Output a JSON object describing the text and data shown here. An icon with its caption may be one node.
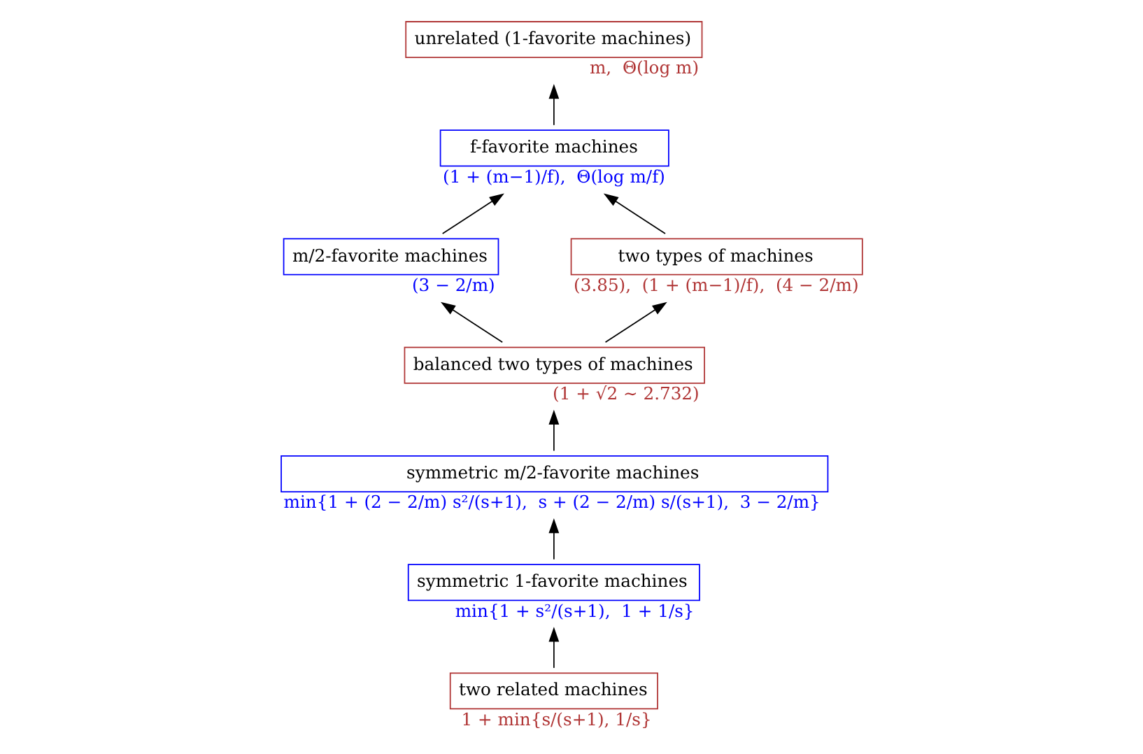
{
  "diagram": {
    "nodes": [
      {
        "text": [
          "unrelated (1-favorite machines)"
        ],
        "beside": [
          "m,  Θ(log m)"
        ]
      },
      {
        "text": [
          "f-favorite machines"
        ],
        "beside": [
          "(1 + (m−1)/f),  Θ(log m/f)"
        ]
      },
      {
        "text": [
          "m/2-favorite machines"
        ],
        "beside": [
          "(3 − 2/m)"
        ]
      },
      {
        "text": [
          "two types of machines"
        ],
        "beside": [
          "(3.85),  (1 + (m−1)/f),  (4 − 2/m)"
        ]
      },
      {
        "text": [
          "balanced two types of machines"
        ],
        "beside": [
          "(1 + √2 ∼ 2.732)"
        ]
      },
      {
        "text": [
          "symmetric m/2-favorite machines"
        ],
        "beside": [
          "min{1 + (2 − 2/m) s²/(s+1),  s + (2 − 2/m) s/(s+1),  3 − 2/m}"
        ]
      },
      {
        "text": [
          "symmetric 1-favorite machines"
        ],
        "beside": [
          "min{1 + s²/(s+1),  1 + 1/s}"
        ]
      },
      {
        "text": [
          "two related machines"
        ],
        "beside": [
          "1 + min{s/(s+1), 1/s}"
        ]
      }
    ],
    "edges": [
      {
        "from": 1,
        "to": 0,
        "arrow": "to"
      },
      {
        "from": 2,
        "to": 1,
        "arrow": "to"
      },
      {
        "from": 3,
        "to": 1,
        "arrow": "to"
      },
      {
        "from": 4,
        "to": 2,
        "arrow": "to"
      },
      {
        "from": 4,
        "to": 3,
        "arrow": "to"
      },
      {
        "from": 5,
        "to": 4,
        "arrow": "to"
      },
      {
        "from": 6,
        "to": 5,
        "arrow": "to"
      },
      {
        "from": 7,
        "to": 6,
        "arrow": "to"
      }
    ]
  }
}
